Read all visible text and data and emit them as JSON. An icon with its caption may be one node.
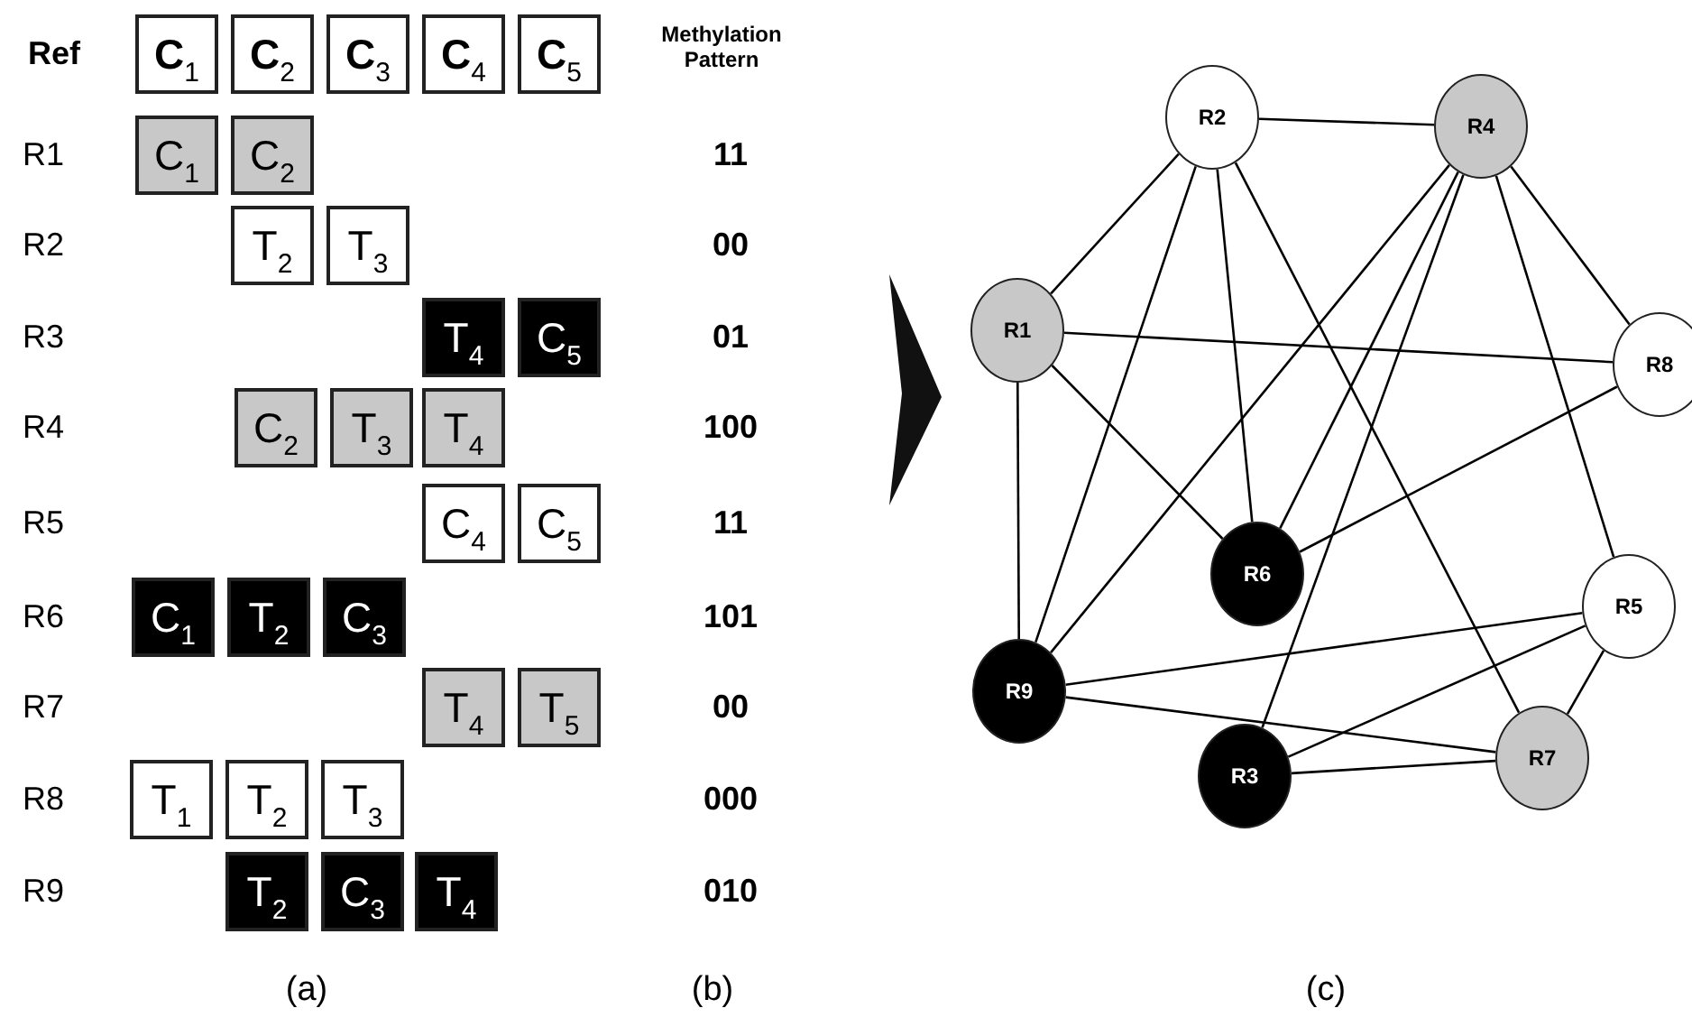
{
  "diagram": {
    "nodes": [
      {
        "text": [
          "C$_{1}$"
        ]
      },
      {
        "text": [
          "C$_{2}$"
        ]
      },
      {
        "text": [
          "C$_{3}$"
        ]
      },
      {
        "text": [
          "C$_{4}$"
        ]
      },
      {
        "text": [
          "C$_{5}$"
        ]
      },
      {
        "text": [
          "C$_{1}$"
        ]
      },
      {
        "text": [
          "C$_{2}$"
        ]
      },
      {
        "text": [
          "T$_{2}$"
        ]
      },
      {
        "text": [
          "T$_{3}$"
        ]
      },
      {
        "text": [
          "T$_{4}$"
        ]
      },
      {
        "text": [
          "C$_{5}$"
        ]
      },
      {
        "text": [
          "C$_{2}$"
        ]
      },
      {
        "text": [
          "T$_{3}$"
        ]
      },
      {
        "text": [
          "T$_{4}$"
        ]
      },
      {
        "text": [
          "C$_{4}$"
        ]
      },
      {
        "text": [
          "C$_{5}$"
        ]
      },
      {
        "text": [
          "C$_{1}$"
        ]
      },
      {
        "text": [
          "T$_{2}$"
        ]
      },
      {
        "text": [
          "C$_{3}$"
        ]
      },
      {
        "text": [
          "T$_{4}$"
        ]
      },
      {
        "text": [
          "T$_{5}$"
        ]
      },
      {
        "text": [
          "T$_{1}$"
        ]
      },
      {
        "text": [
          "T$_{2}$"
        ]
      },
      {
        "text": [
          "T$_{3}$"
        ]
      },
      {
        "text": [
          "T$_{2}$"
        ]
      },
      {
        "text": [
          "C$_{3}$"
        ]
      },
      {
        "text": [
          "T$_{4}$"
        ]
      },
      {
        "text": [
          "R2"
        ]
      },
      {
        "text": [
          "R4"
        ]
      },
      {
        "text": [
          "R1"
        ]
      },
      {
        "text": [
          "R8"
        ]
      },
      {
        "text": [
          "R6"
        ]
      },
      {
        "text": [
          "R5"
        ]
      },
      {
        "text": [
          "R9"
        ]
      },
      {
        "text": [
          "R3"
        ]
      },
      {
        "text": [
          "R7"
        ]
      }
    ],
    "edges": [
      {
        "from": 27,
        "to": 28,
        "arrow": "none"
      },
      {
        "from": 27,
        "to": 29,
        "arrow": "none"
      },
      {
        "from": 27,
        "to": 33,
        "arrow": "none"
      },
      {
        "from": 27,
        "to": 31,
        "arrow": "none"
      },
      {
        "from": 27,
        "to": 35,
        "arrow": "none"
      },
      {
        "from": 28,
        "to": 33,
        "arrow": "none"
      },
      {
        "from": 28,
        "to": 31,
        "arrow": "none"
      },
      {
        "from": 28,
        "to": 34,
        "arrow": "none"
      },
      {
        "from": 28,
        "to": 32,
        "arrow": "none"
      },
      {
        "from": 28,
        "to": 30,
        "arrow": "none"
      },
      {
        "from": 29,
        "to": 30,
        "arrow": "none"
      },
      {
        "from": 29,
        "to": 33,
        "arrow": "none"
      },
      {
        "from": 29,
        "to": 31,
        "arrow": "none"
      },
      {
        "from": 30,
        "to": 31,
        "arrow": "none"
      },
      {
        "from": 33,
        "to": 32,
        "arrow": "none"
      },
      {
        "from": 33,
        "to": 35,
        "arrow": "none"
      },
      {
        "from": 34,
        "to": 32,
        "arrow": "none"
      },
      {
        "from": 34,
        "to": 35,
        "arrow": "none"
      },
      {
        "from": 32,
        "to": 35,
        "arrow": "none"
      }
    ],
    "labels": [
      "Ref",
      "Methylation Pattern",
      "R1",
      "11",
      "R2",
      "00",
      "R3",
      "01",
      "R4",
      "100",
      "R5",
      "11",
      "R6",
      "101",
      "R7",
      "00",
      "R8",
      "000",
      "R9",
      "010",
      "(a)",
      "(b)",
      "(c)"
    ]
  }
}
